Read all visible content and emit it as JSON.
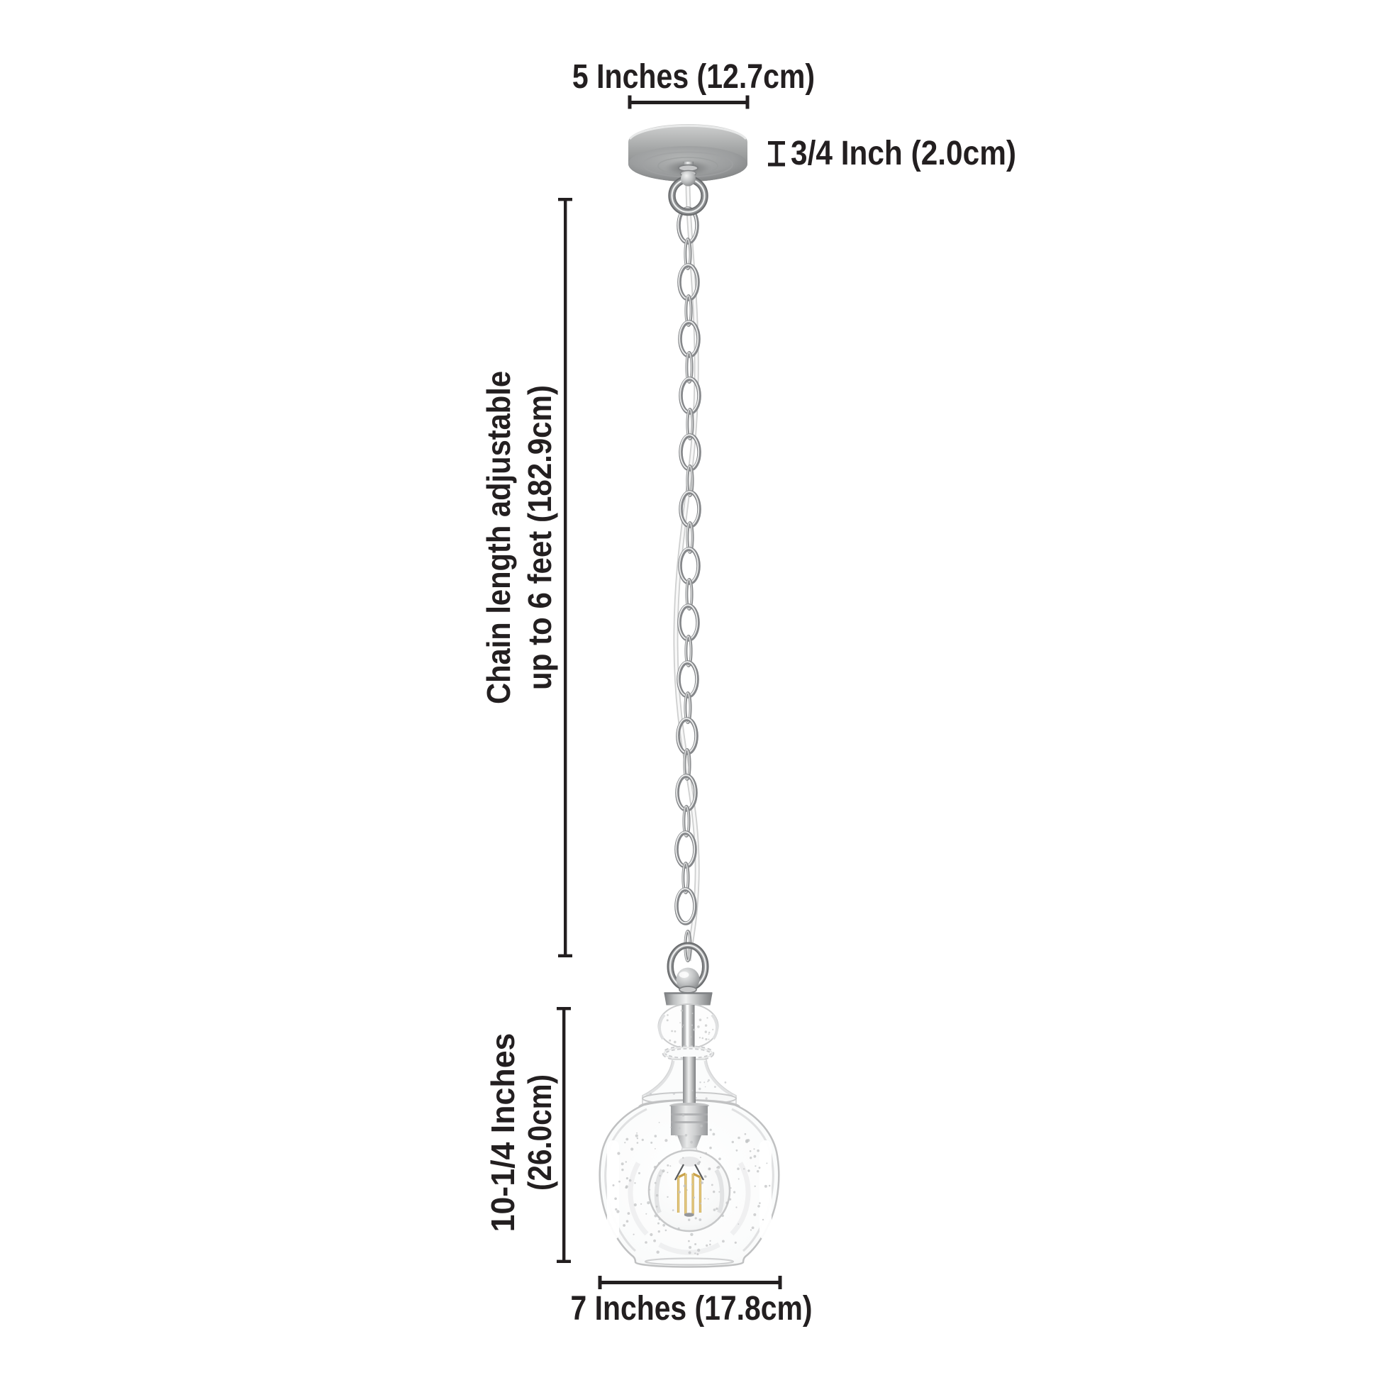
{
  "page": {
    "background": "#ffffff",
    "ink_color": "#231f20",
    "figure": "pendant-light-dimension-diagram",
    "metal_finish_color": "#b5b7b8",
    "filament_color": "#d3a94c"
  },
  "dimensions": {
    "canopy_width": {
      "label": "5 Inches (12.7cm)"
    },
    "canopy_height": {
      "label": "3/4 Inch (2.0cm)"
    },
    "chain_length": {
      "label_line1": "Chain length adjustable",
      "label_line2": "up to 6 feet (182.9cm)"
    },
    "shade_height": {
      "label_line1": "10-1/4 Inches",
      "label_line2": "(26.0cm)"
    },
    "shade_width": {
      "label": "7 Inches (17.8cm)"
    }
  }
}
